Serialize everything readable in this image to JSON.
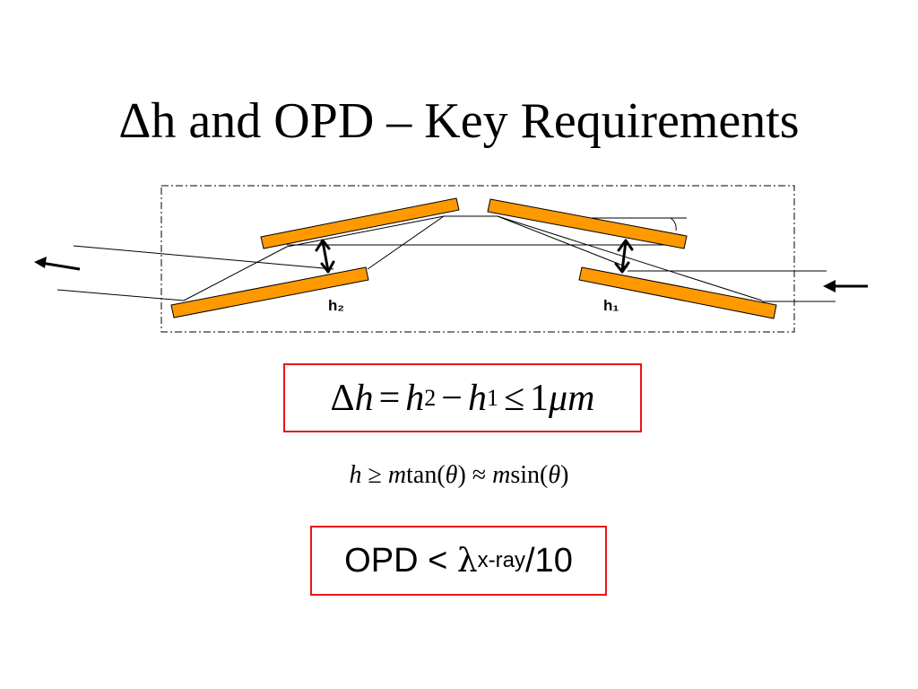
{
  "title": "Δh and OPD – Key Requirements",
  "diagram": {
    "label_h2": "h₂",
    "label_h1": "h₁",
    "colors": {
      "mirror_fill": "#FF9900",
      "mirror_stroke": "#000000",
      "box_border": "#e8161b"
    }
  },
  "eq1": {
    "delta": "Δ",
    "h": "h",
    "eq": "=",
    "h2": "h",
    "h2_sub": "2",
    "minus": "−",
    "h1": "h",
    "h1_sub": "1",
    "le": "≤",
    "one": "1",
    "mu": "μ",
    "m": "m"
  },
  "eq2": {
    "h": "h",
    "ge": "≥",
    "m1": "m",
    "tan": "tan(",
    "theta1": "θ",
    "close1": ")",
    "approx": "≈",
    "m2": "m",
    "sin": "sin(",
    "theta2": "θ",
    "close2": ")"
  },
  "eq3": {
    "prefix": "OPD < ",
    "lambda": "λ",
    "sub": "x-ray",
    "suffix": "/10"
  }
}
